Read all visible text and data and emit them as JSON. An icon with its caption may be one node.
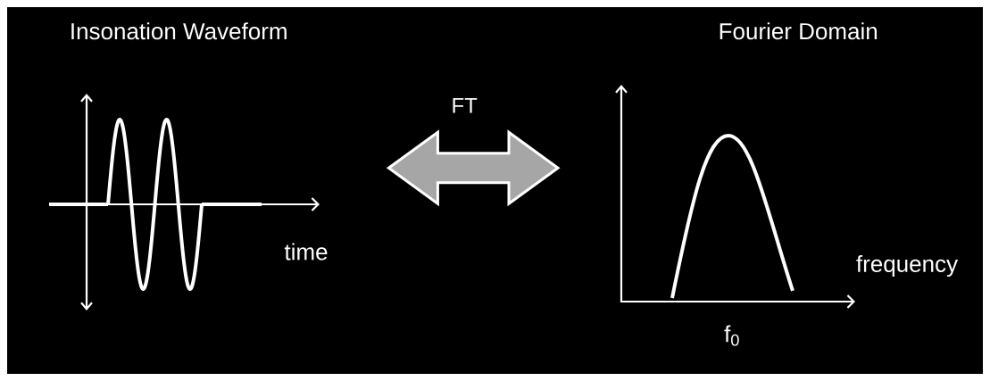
{
  "diagram": {
    "nodes": [
      {
        "text": [
          "Insonation Waveform"
        ]
      },
      {
        "text": [
          "Fourier Domain"
        ]
      }
    ],
    "edges": [
      {
        "from": 0,
        "to": 1,
        "arrow": "both",
        "label": "FT"
      }
    ],
    "labels": [
      "time",
      "frequency",
      "f$_{0}$"
    ]
  }
}
